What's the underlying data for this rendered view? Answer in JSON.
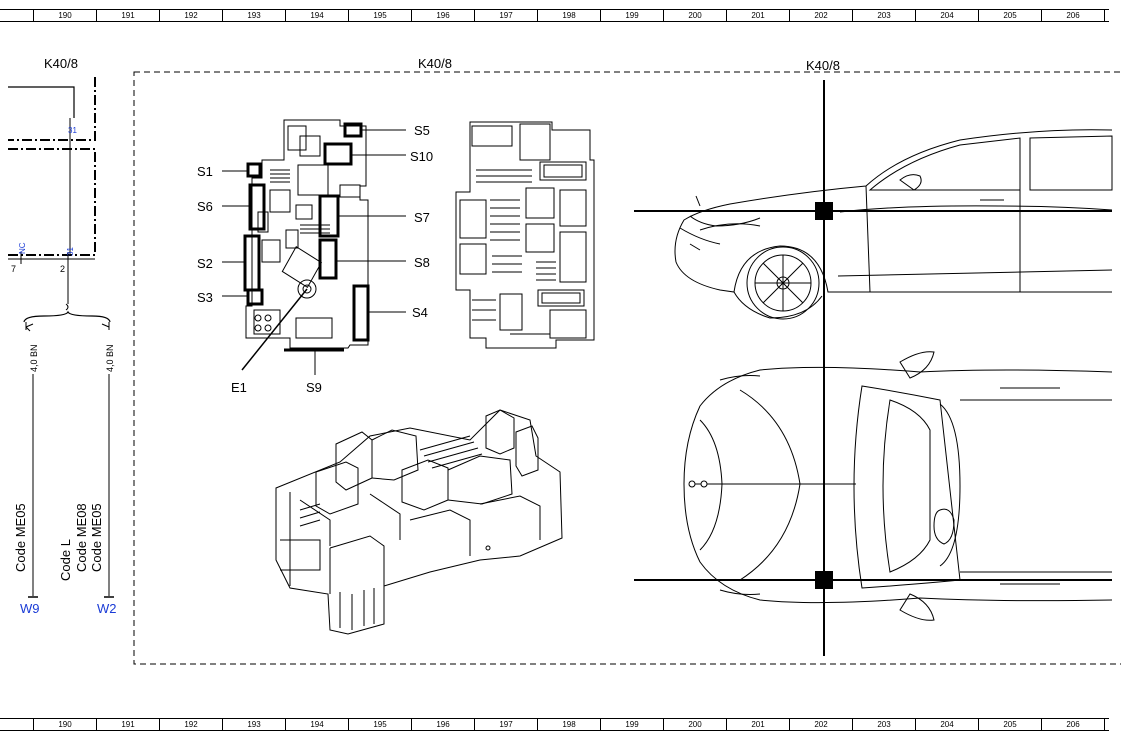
{
  "ruler": {
    "columns": [
      "190",
      "191",
      "192",
      "193",
      "194",
      "195",
      "196",
      "197",
      "198",
      "199",
      "200",
      "201",
      "202",
      "203",
      "204",
      "205",
      "206"
    ]
  },
  "labels": {
    "component_left": "K40/8",
    "component_center": "K40/8",
    "component_right": "K40/8",
    "fuse_s5": "S5",
    "fuse_s10": "S10",
    "fuse_s1": "S1",
    "fuse_s6": "S6",
    "fuse_s7": "S7",
    "fuse_s2": "S2",
    "fuse_s8": "S8",
    "fuse_s3": "S3",
    "fuse_s4": "S4",
    "relay_e1": "E1",
    "fuse_s9": "S9"
  },
  "wiring": {
    "pin_31_top": "31",
    "pin_nc": "NC",
    "pin_31_mid": "31",
    "pin_7": "7",
    "pin_2": "2",
    "wire_left": "4,0 BN",
    "wire_right": "4,0 BN",
    "code_me05_left": "Code ME05",
    "code_l": "Code L",
    "code_me08": "Code ME08",
    "code_me05_right": "Code ME05",
    "conn_w9": "W9",
    "conn_w2": "W2"
  },
  "colors": {
    "connector_blue": "#1a3bd6"
  }
}
